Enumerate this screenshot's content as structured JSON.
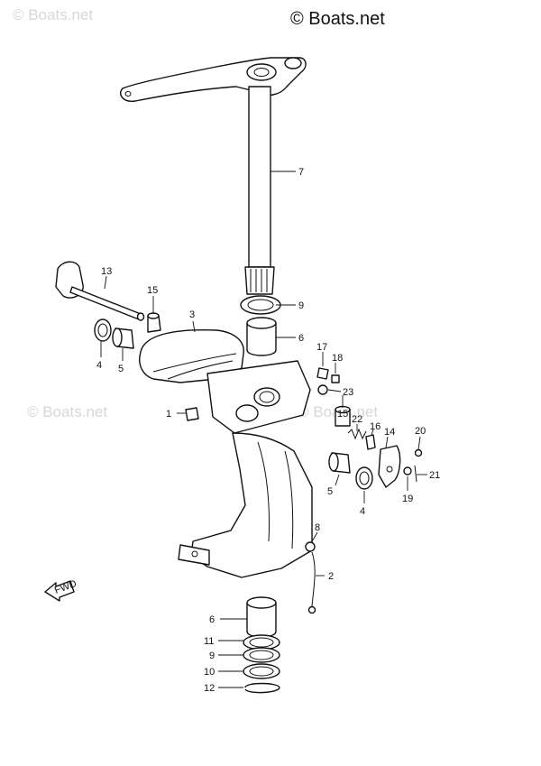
{
  "watermarks": {
    "top_right": "© Boats.net",
    "top_left_faint": "© Boats.net",
    "mid_left_faint": "© Boats.net",
    "mid_right_faint": "© Boats.net"
  },
  "fwd_label": "FWD",
  "callouts": [
    {
      "id": "c7",
      "text": "7"
    },
    {
      "id": "c13",
      "text": "13"
    },
    {
      "id": "c15a",
      "text": "15"
    },
    {
      "id": "c9a",
      "text": "9"
    },
    {
      "id": "c3",
      "text": "3"
    },
    {
      "id": "c6a",
      "text": "6"
    },
    {
      "id": "c4a",
      "text": "4"
    },
    {
      "id": "c5a",
      "text": "5"
    },
    {
      "id": "c17",
      "text": "17"
    },
    {
      "id": "c18",
      "text": "18"
    },
    {
      "id": "c23",
      "text": "23"
    },
    {
      "id": "c1",
      "text": "1"
    },
    {
      "id": "c15b",
      "text": "15"
    },
    {
      "id": "c22",
      "text": "22"
    },
    {
      "id": "c16",
      "text": "16"
    },
    {
      "id": "c14",
      "text": "14"
    },
    {
      "id": "c20",
      "text": "20"
    },
    {
      "id": "c21",
      "text": "21"
    },
    {
      "id": "c19",
      "text": "19"
    },
    {
      "id": "c5b",
      "text": "5"
    },
    {
      "id": "c4b",
      "text": "4"
    },
    {
      "id": "c8",
      "text": "8"
    },
    {
      "id": "c2",
      "text": "2"
    },
    {
      "id": "c6b",
      "text": "6"
    },
    {
      "id": "c11",
      "text": "11"
    },
    {
      "id": "c9b",
      "text": "9"
    },
    {
      "id": "c10",
      "text": "10"
    },
    {
      "id": "c12",
      "text": "12"
    }
  ]
}
